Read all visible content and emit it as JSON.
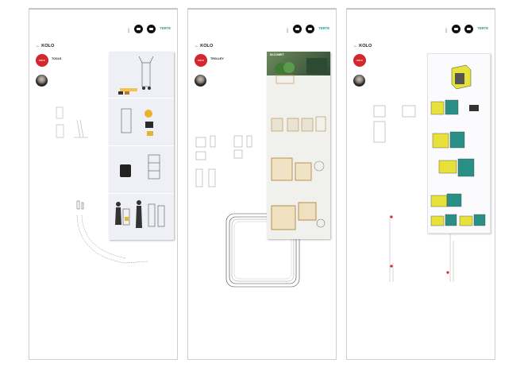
{
  "sheets": [
    {
      "brand": "← KOLO",
      "header_note": "",
      "badge_title": "TERTE",
      "badge_sub": "",
      "project_title": "TOOLS",
      "author_name": "",
      "author_sub": ""
    },
    {
      "brand": "← KOLO",
      "header_note": "",
      "badge_title": "TERTE",
      "badge_sub": "",
      "project_title": "TROLLEY",
      "author_name": "",
      "author_sub": "",
      "panel_heading": "IN-COMET"
    },
    {
      "brand": "← KOLO",
      "header_note": "",
      "badge_title": "TERTE",
      "badge_sub": "",
      "project_title": "",
      "author_name": "",
      "author_sub": ""
    }
  ],
  "icons": {
    "brand_arrow": "arrow-left-icon",
    "circle1": "hanger-icon",
    "circle2": "cart-icon"
  },
  "colors": {
    "accent_red": "#d4262c",
    "badge_teal": "#1a9a8c",
    "module_yellow": "#e8e13a",
    "module_teal": "#2a8f86",
    "panel_green": "#3d5a3c"
  }
}
